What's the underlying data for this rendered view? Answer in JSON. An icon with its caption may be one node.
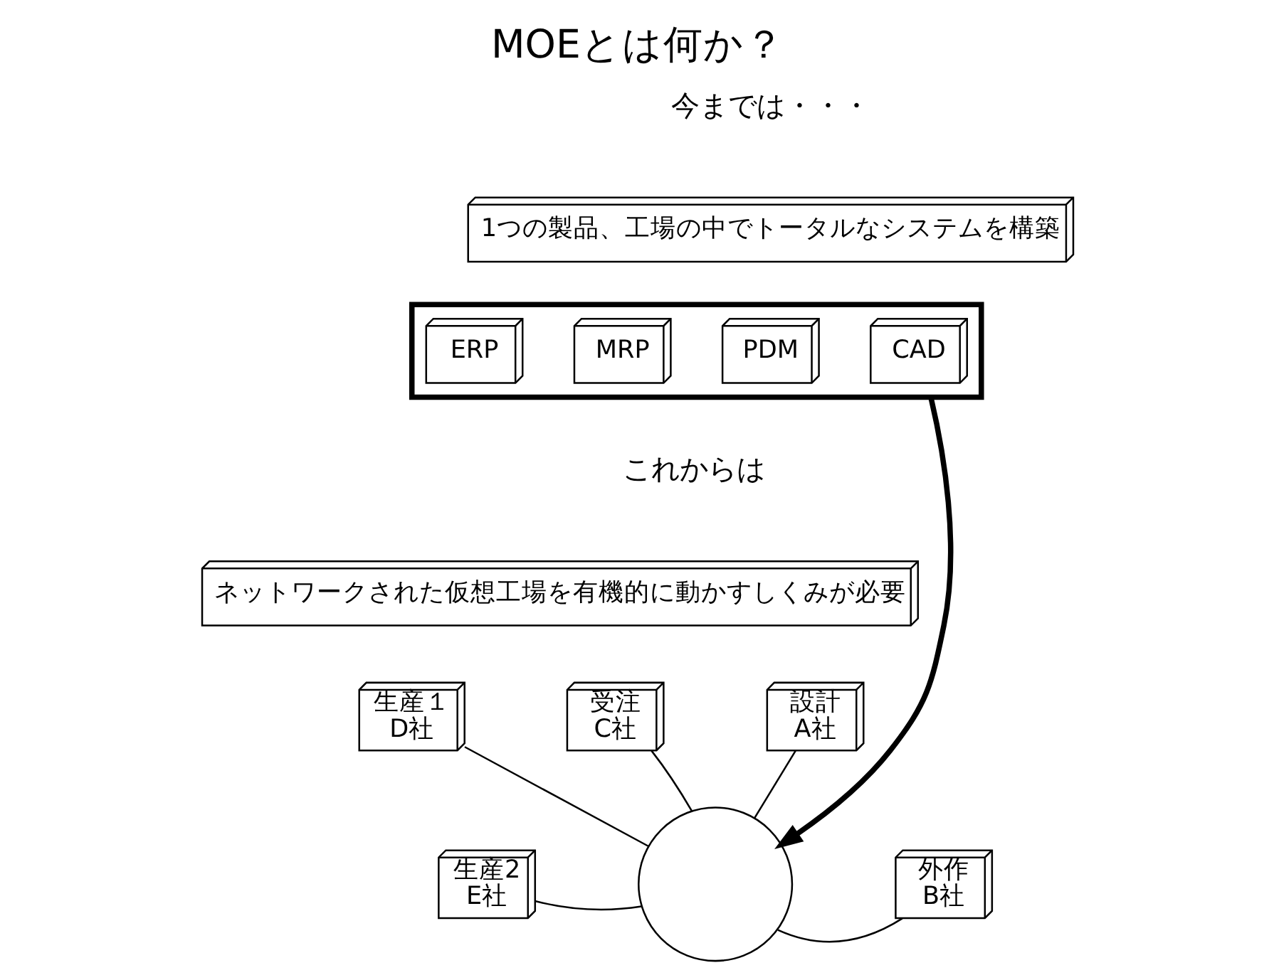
{
  "diagram": {
    "title": "MOEとは何か？",
    "nodes": [
      {
        "text": [
          "1つの製品、工場の中でトータルなシステムを構築"
        ]
      },
      {
        "text": [],
        "shape": "box"
      },
      {
        "text": [
          "CAD"
        ],
        "in": 1
      },
      {
        "text": [
          "PDM"
        ],
        "in": 1
      },
      {
        "text": [
          "MRP"
        ],
        "in": 1
      },
      {
        "text": [
          "ERP"
        ],
        "in": 1
      },
      {
        "text": [
          "ネットワークされた仮想工場を有機的に動かすしくみが必要"
        ]
      },
      {
        "text": [
          "受注",
          "C社"
        ]
      },
      {
        "text": [
          "生産１",
          "D社"
        ]
      },
      {
        "text": [
          "設計",
          "A社"
        ]
      },
      {
        "text": [
          "生産2",
          "E社"
        ]
      },
      {
        "text": [
          "外作",
          "B社"
        ]
      },
      {
        "text": [],
        "shape": "circle"
      }
    ],
    "edges": [
      {
        "from": 1,
        "to": 12,
        "arrow": "to",
        "style": "thick"
      },
      {
        "from": 12,
        "to": 7,
        "arrow": "none"
      },
      {
        "from": 12,
        "to": 8,
        "arrow": "none"
      },
      {
        "from": 12,
        "to": 9,
        "arrow": "none"
      },
      {
        "from": 12,
        "to": 10,
        "arrow": "none"
      },
      {
        "from": 12,
        "to": 11,
        "arrow": "none"
      }
    ],
    "labels": [
      "今までは・・・",
      "これからは"
    ]
  }
}
